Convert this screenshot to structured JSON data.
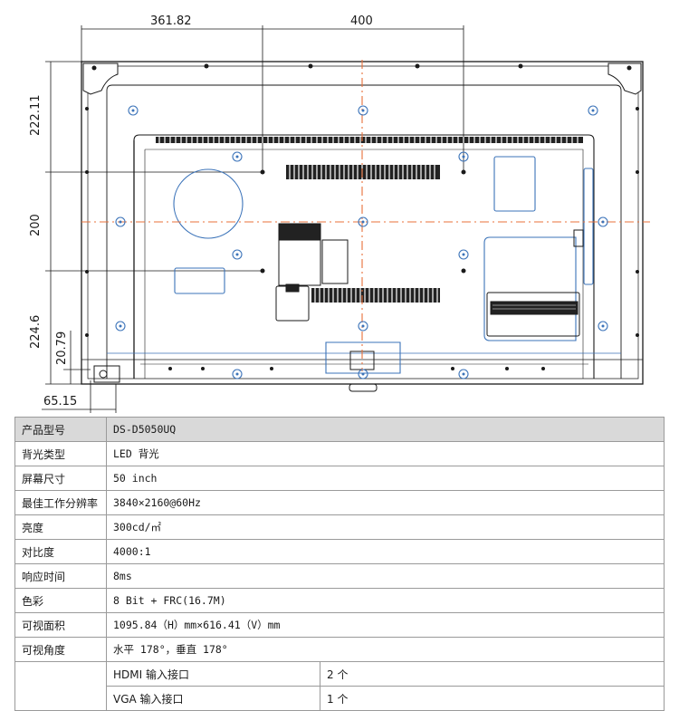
{
  "drawing": {
    "dimensions": {
      "top_left": "361.82",
      "top_right": "400",
      "left_top": "222.11",
      "left_middle": "200",
      "left_bottom": "224.6",
      "left_small": "20.79",
      "bottom_left": "65.15"
    },
    "colors": {
      "outline": "#1a1a1a",
      "centerline": "#e8703a",
      "blue_feature": "#3b73b9",
      "vent": "#222222"
    }
  },
  "spec_table": {
    "rows": [
      {
        "label": "产品型号",
        "value": "DS-D5050UQ",
        "header": true
      },
      {
        "label": "背光类型",
        "value": "LED 背光"
      },
      {
        "label": "屏幕尺寸",
        "value": "50 inch"
      },
      {
        "label": "最佳工作分辨率",
        "value": "3840×2160@60Hz"
      },
      {
        "label": "亮度",
        "value": "300cd/㎡"
      },
      {
        "label": "对比度",
        "value": "4000:1"
      },
      {
        "label": "响应时间",
        "value": "8ms"
      },
      {
        "label": "色彩",
        "value": "8 Bit + FRC(16.7M)"
      },
      {
        "label": "可视面积",
        "value": "1095.84（H）mm×616.41（V）mm"
      },
      {
        "label": "可视角度",
        "value": "水平 178°，垂直 178°"
      }
    ],
    "interface_rows": [
      {
        "item": "HDMI 输入接口",
        "count": "2 个"
      },
      {
        "item": "VGA 输入接口",
        "count": "1 个"
      }
    ]
  }
}
